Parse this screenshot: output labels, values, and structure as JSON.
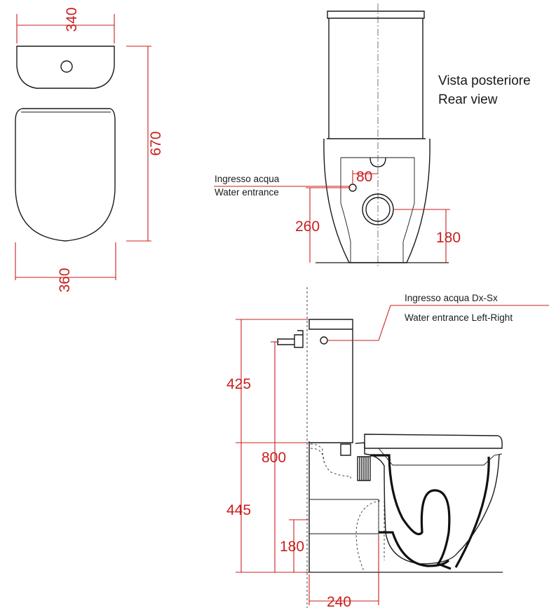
{
  "top_view": {
    "dim_top_width": "340",
    "dim_length": "670",
    "dim_bottom_width": "360"
  },
  "rear_view": {
    "title_it": "Vista posteriore",
    "title_en": "Rear  view",
    "water_label_it": "Ingresso acqua",
    "water_label_en": "Water entrance",
    "dim_80": "80",
    "dim_260": "260",
    "dim_180": "180"
  },
  "side_view": {
    "water_label_it": "Ingresso acqua  Dx-Sx",
    "water_label_en": "Water entrance  Left-Right",
    "dim_425": "425",
    "dim_800": "800",
    "dim_445": "445",
    "dim_180": "180",
    "dim_240": "240"
  },
  "colors": {
    "dimension": "#c8201e",
    "outline": "#1a1a1a",
    "background": "#ffffff"
  }
}
